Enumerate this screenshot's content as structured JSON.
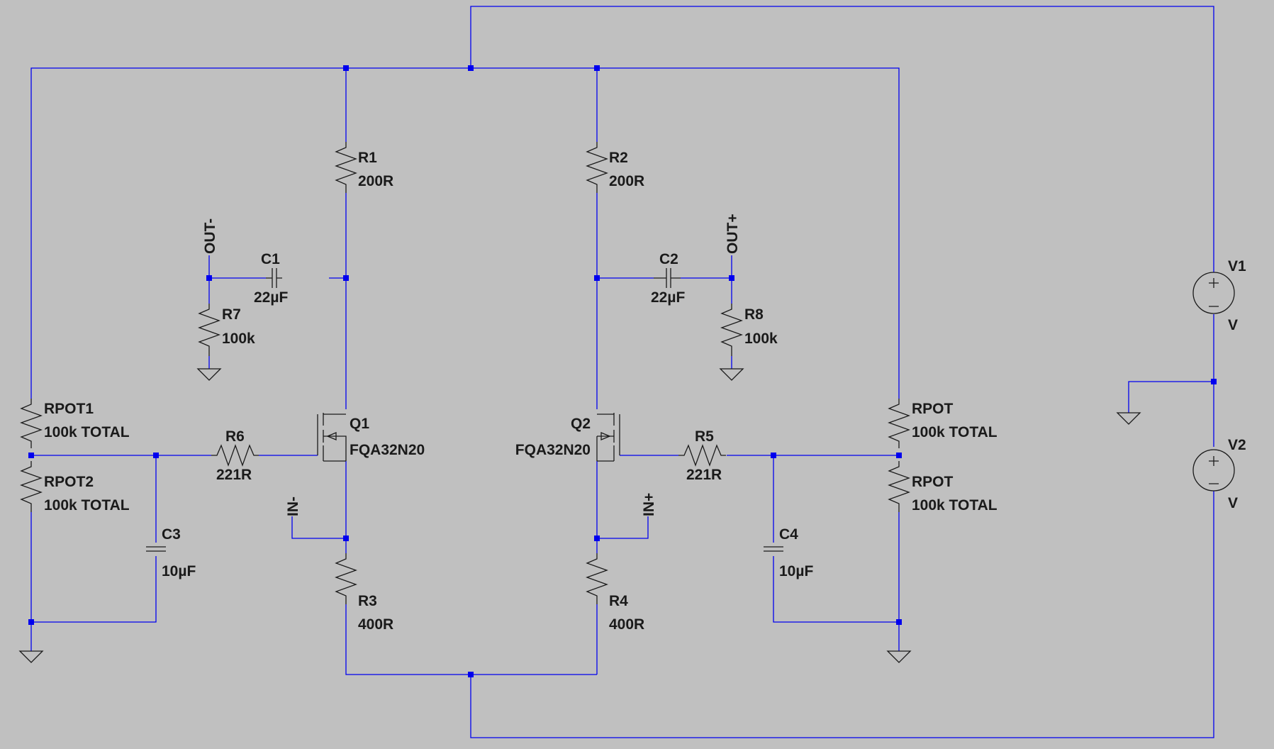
{
  "colors": {
    "background": "#c0c0c0",
    "wire": "#0000ee",
    "component": "#1a1a1a"
  },
  "components": {
    "R1": {
      "ref": "R1",
      "value": "200R"
    },
    "R2": {
      "ref": "R2",
      "value": "200R"
    },
    "R3": {
      "ref": "R3",
      "value": "400R"
    },
    "R4": {
      "ref": "R4",
      "value": "400R"
    },
    "R5": {
      "ref": "R5",
      "value": "221R"
    },
    "R6": {
      "ref": "R6",
      "value": "221R"
    },
    "R7": {
      "ref": "R7",
      "value": "100k"
    },
    "R8": {
      "ref": "R8",
      "value": "100k"
    },
    "C1": {
      "ref": "C1",
      "value": "22µF"
    },
    "C2": {
      "ref": "C2",
      "value": "22µF"
    },
    "C3": {
      "ref": "C3",
      "value": "10µF"
    },
    "C4": {
      "ref": "C4",
      "value": "10µF"
    },
    "RPOT1": {
      "ref": "RPOT1",
      "value": "100k TOTAL"
    },
    "RPOT2": {
      "ref": "RPOT2",
      "value": "100k TOTAL"
    },
    "RPOT3": {
      "ref": "RPOT",
      "value": "100k TOTAL"
    },
    "RPOT4": {
      "ref": "RPOT",
      "value": "100k TOTAL"
    },
    "Q1": {
      "ref": "Q1",
      "value": "FQA32N20"
    },
    "Q2": {
      "ref": "Q2",
      "value": "FQA32N20"
    },
    "V1": {
      "ref": "V1",
      "value": "V"
    },
    "V2": {
      "ref": "V2",
      "value": "V"
    }
  },
  "nets": {
    "out_minus": "OUT-",
    "out_plus": "OUT+",
    "in_minus": "IN-",
    "in_plus": "IN+"
  },
  "icons": [
    "resistor-icon",
    "capacitor-icon",
    "nmos-transistor-icon",
    "voltage-source-icon",
    "ground-icon"
  ]
}
